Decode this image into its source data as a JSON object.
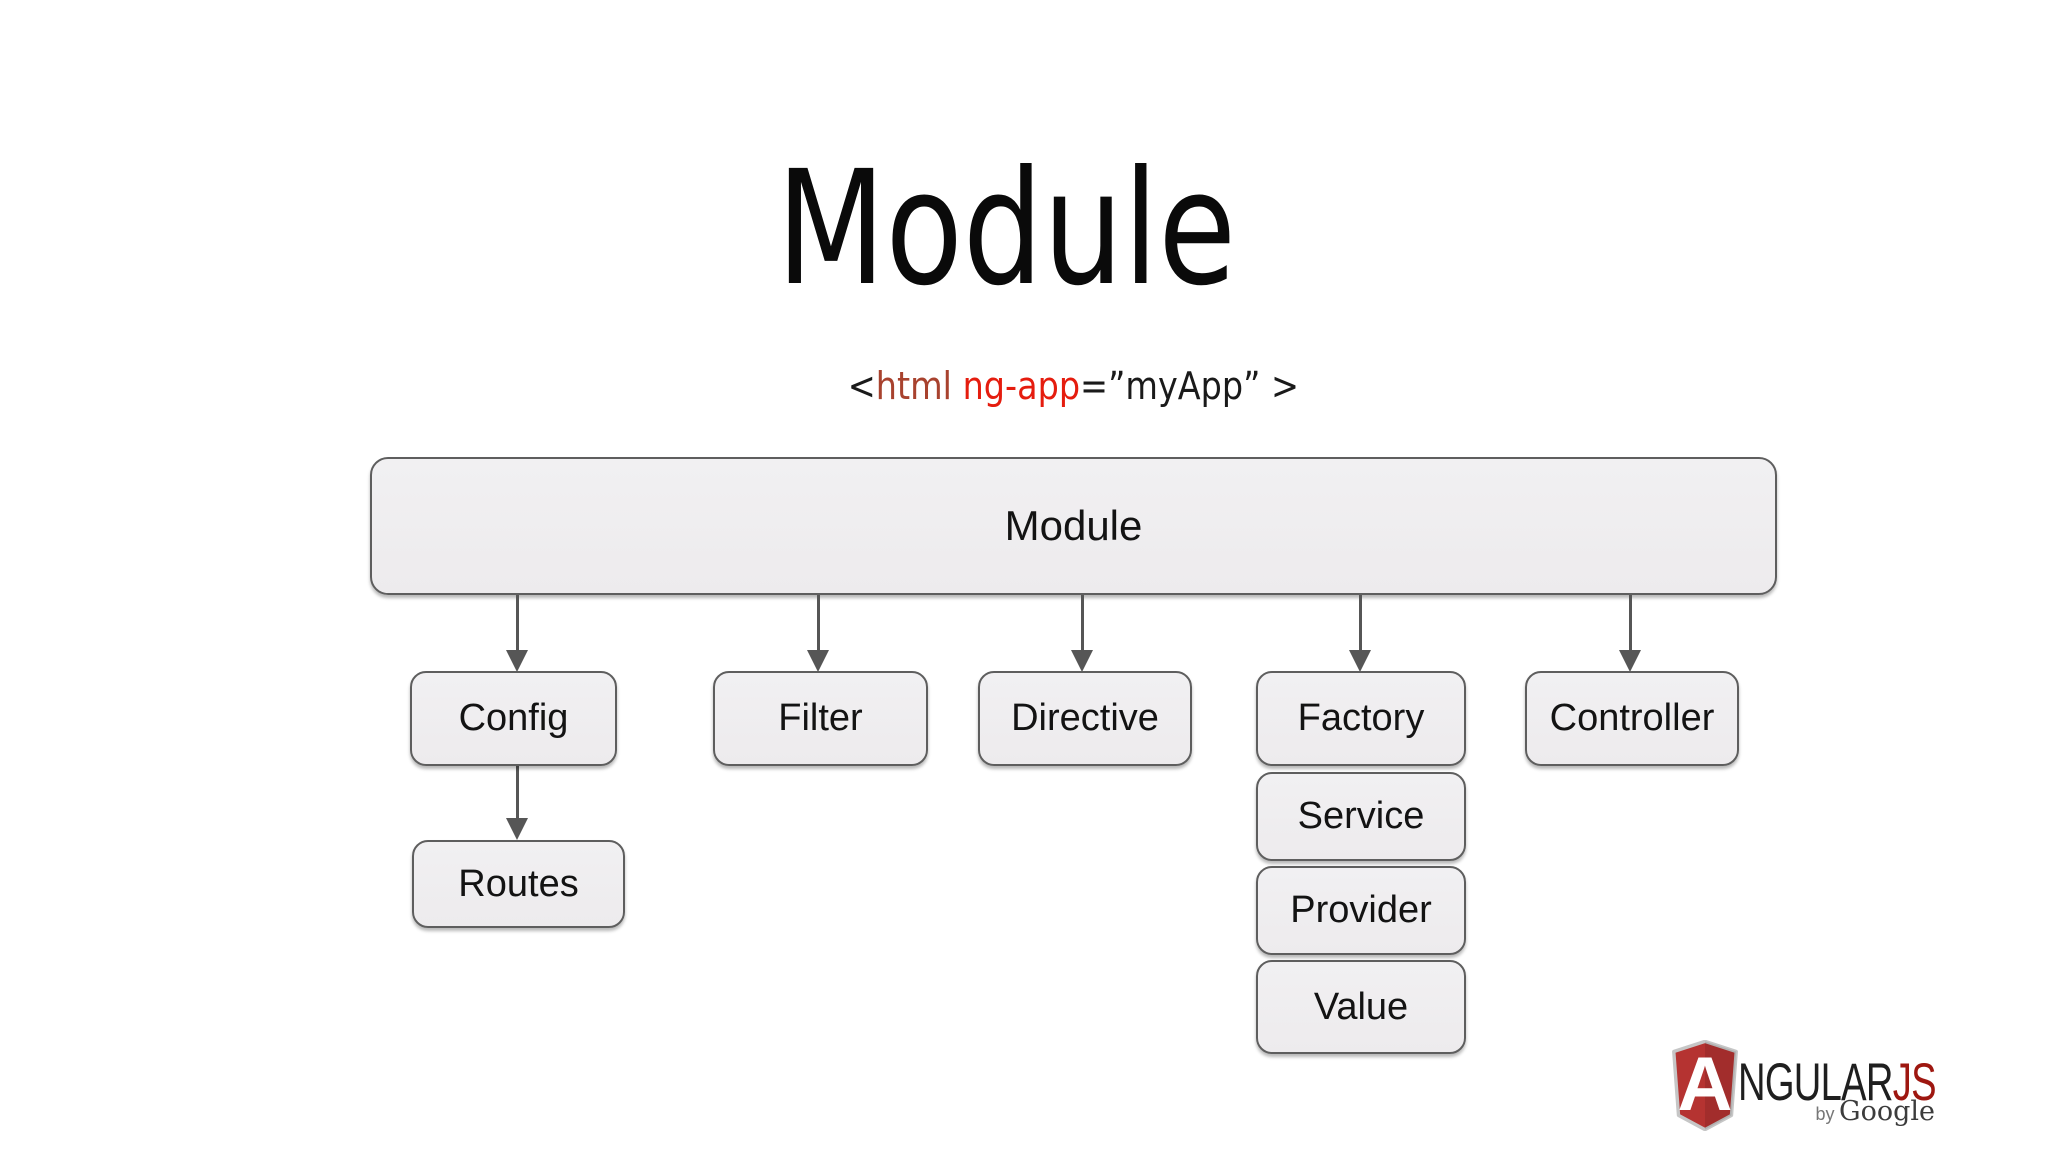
{
  "slide": {
    "title": "Module"
  },
  "code": {
    "full_text": "<html ng-app=”myApp” >",
    "segments": [
      {
        "text": "<",
        "role": "plain"
      },
      {
        "text": "html",
        "role": "tag"
      },
      {
        "text": " ",
        "role": "plain"
      },
      {
        "text": "ng-app",
        "role": "attribute"
      },
      {
        "text": "=”myApp” >",
        "role": "plain"
      }
    ]
  },
  "diagram": {
    "root": {
      "label": "Module"
    },
    "children": [
      {
        "label": "Config"
      },
      {
        "label": "Filter"
      },
      {
        "label": "Directive"
      },
      {
        "label": "Factory"
      },
      {
        "label": "Controller"
      }
    ],
    "config_child": {
      "label": "Routes"
    },
    "factory_stack": [
      {
        "label": "Service"
      },
      {
        "label": "Provider"
      },
      {
        "label": "Value"
      }
    ]
  },
  "logo": {
    "shield_letter": "A",
    "wordmark_dark": "NGULAR",
    "wordmark_red": "JS",
    "byline_prefix": "by",
    "byline_brand": "Google"
  },
  "colors": {
    "background": "#ffffff",
    "title_text": "#0a0a0a",
    "code_plain": "#1a1a1a",
    "code_tag": "#a8422e",
    "code_attribute": "#e51c0e",
    "box_fill": "#efeef0",
    "box_border": "#5e5e5e",
    "arrow": "#565656",
    "logo_shield_red": "#b53331",
    "logo_shield_border": "#c6c6c6",
    "logo_wordmark_dark": "#1f1f1f",
    "logo_wordmark_red": "#9e1710",
    "logo_byline_gray": "#777777"
  }
}
